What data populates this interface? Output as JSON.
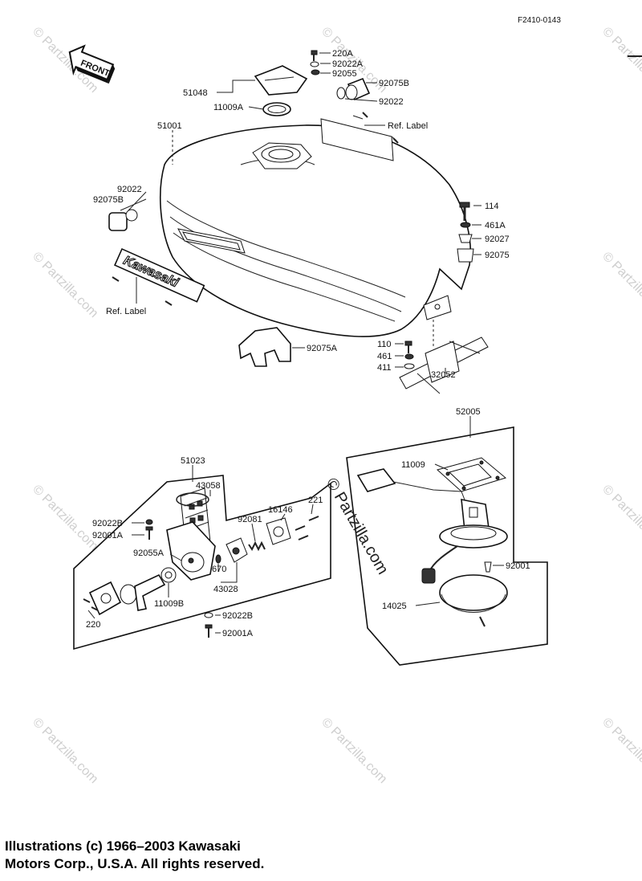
{
  "diagram_code": "F2410-0143",
  "front_arrow_label": "FRONT",
  "logo_text": "Kawasaki",
  "watermark": "© Partzilla.com",
  "center_watermark": "© Partzilla.com",
  "labels": {
    "p220A": "220A",
    "p92022A": "92022A",
    "p92055": "92055",
    "p92075B_top": "92075B",
    "p92022_top": "92022",
    "p51048": "51048",
    "p11009A": "11009A",
    "p51001": "51001",
    "ref_label_top": "Ref.  Label",
    "p92022_left": "92022",
    "p92075B_left": "92075B",
    "p114": "114",
    "p461A": "461A",
    "p92027": "92027",
    "p92075": "92075",
    "ref_label_left": "Ref.  Label",
    "p92075A": "92075A",
    "p110": "110",
    "p461": "461",
    "p411": "411",
    "p32052": "32052",
    "p52005": "52005",
    "p11009": "11009",
    "p51023": "51023",
    "p43058": "43058",
    "p92022B_a": "92022B",
    "p92001A_a": "92001A",
    "p16146": "16146",
    "p221": "221",
    "p92081": "92081",
    "p92055A": "92055A",
    "p670": "670",
    "p43028": "43028",
    "p11009B": "11009B",
    "p220": "220",
    "p92022B_b": "92022B",
    "p92001A_b": "92001A",
    "p92001": "92001",
    "p14025": "14025"
  },
  "copyright": {
    "line1": "Illustrations (c) 1966–2003 Kawasaki",
    "line2": "Motors Corp., U.S.A.  All rights reserved."
  }
}
